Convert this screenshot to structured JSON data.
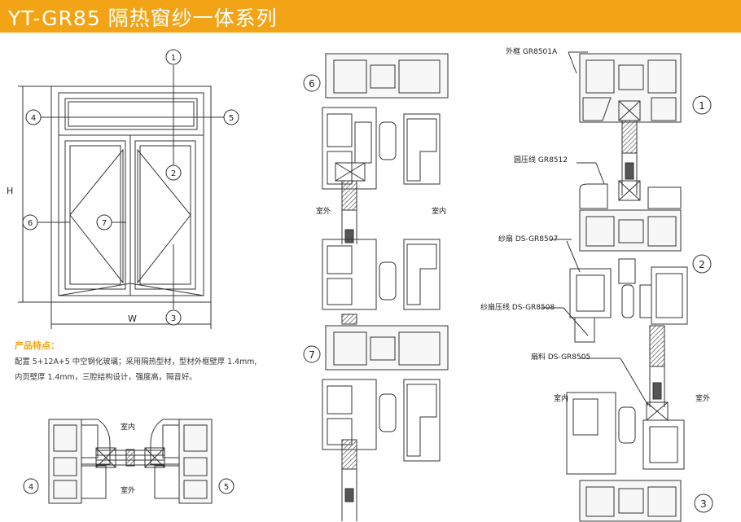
{
  "header": {
    "title": "YT-GR85 隔热窗纱一体系列",
    "bg": "#f3a416"
  },
  "elevation": {
    "dim_h": "H",
    "dim_w": "W",
    "callouts": [
      "1",
      "2",
      "3",
      "4",
      "5",
      "6",
      "7"
    ]
  },
  "features": {
    "title": "产品特点：",
    "lines": [
      "配置 5+12A+5 中空钢化玻璃；采用隔热型材，型材外框壁厚 1.4mm,",
      "内页壁厚 1.4mm，三腔结构设计，强度高，隔音好。"
    ]
  },
  "section_small": {
    "inside": "室内",
    "outside": "室外",
    "left_num": "4",
    "right_num": "5"
  },
  "section_middle": {
    "num_top": "6",
    "num_bottom": "7",
    "outside": "室外",
    "inside": "室内"
  },
  "section_right": {
    "labels": [
      "外框 GR8501A",
      "圆压线 GR8512",
      "纱扇 DS-GR8507",
      "纱扇压线 DS-GR8508",
      "扇料 DS-GR8505"
    ],
    "num_top": "1",
    "num_mid": "2",
    "num_bottom": "3",
    "inside": "室内",
    "outside": "室外"
  }
}
